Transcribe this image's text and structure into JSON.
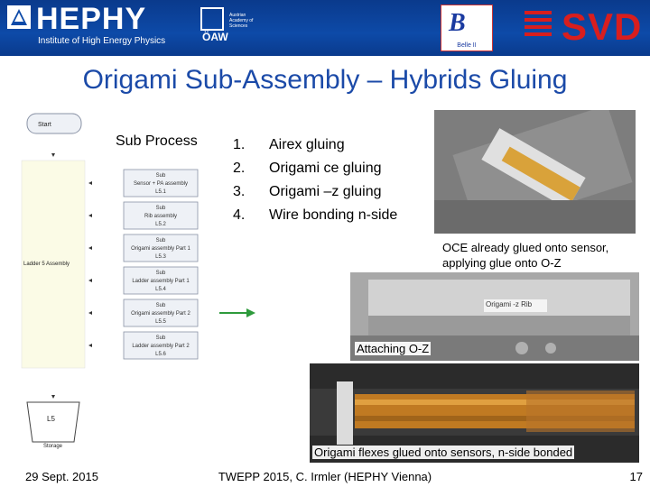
{
  "header": {
    "hephy_name": "HEPHY",
    "hephy_subtitle": "Institute of High Energy Physics",
    "oaw_name": "ÖAW",
    "oaw_subtitle": "Austrian Academy of Sciences",
    "belle_label": "Belle II",
    "svd_name": "SVD"
  },
  "slide": {
    "title": "Origami Sub-Assembly – Hybrids Gluing",
    "sub_process_label": "Sub Process",
    "numbers": [
      "1.",
      "2.",
      "3.",
      "4."
    ],
    "items": [
      "Airex gluing",
      "Origami ce gluing",
      "Origami –z gluing",
      "Wire bonding n-side"
    ]
  },
  "flowchart": {
    "start": "Start",
    "ladder": "Ladder 5 Assembly",
    "end_label": "L5",
    "storage": "Storage",
    "boxes": [
      {
        "l1": "Sub",
        "l2": "Sensor + PA assembly",
        "l3": "L5.1"
      },
      {
        "l1": "Sub",
        "l2": "Rib assembly",
        "l3": "L5.2"
      },
      {
        "l1": "Sub",
        "l2": "Origami assembly Part 1",
        "l3": "L5.3"
      },
      {
        "l1": "Sub",
        "l2": "Ladder assembly Part 1",
        "l3": "L5.4"
      },
      {
        "l1": "Sub",
        "l2": "Origami assembly Part 2",
        "l3": "L5.5"
      },
      {
        "l1": "Sub",
        "l2": "Ladder assembly Part 2",
        "l3": "L5.6"
      }
    ]
  },
  "photos": {
    "caption1": "OCE already glued onto sensor, applying glue onto O-Z",
    "caption2": "Attaching O-Z",
    "caption3": "Origami flexes glued onto sensors, n-side bonded",
    "label_on_tool": "Origami -z Rib"
  },
  "footer": {
    "date": "29 Sept. 2015",
    "center": "TWEPP 2015, C. Irmler (HEPHY Vienna)",
    "page": "17"
  },
  "colors": {
    "banner": "#0d4aa8",
    "title": "#1b4aa8",
    "svd_red": "#d81e1e",
    "arrow_green": "#2e9a3c"
  }
}
